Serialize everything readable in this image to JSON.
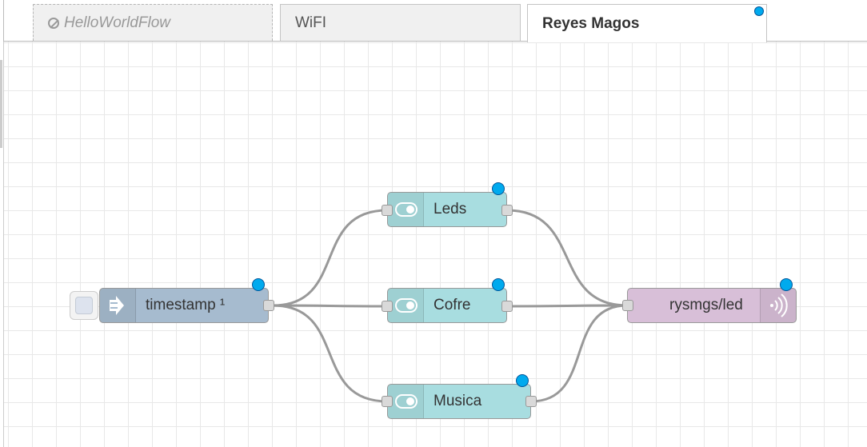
{
  "tabs": [
    {
      "label": "HelloWorldFlow",
      "state": "disabled"
    },
    {
      "label": "WiFI",
      "state": "inactive"
    },
    {
      "label": "Reyes Magos",
      "state": "active",
      "changed": true
    }
  ],
  "nodes": {
    "timestamp": {
      "label": "timestamp ¹",
      "type": "inject",
      "color": "#a6bbcf",
      "icon": "inject-arrow-icon"
    },
    "leds": {
      "label": "Leds",
      "type": "switch",
      "color": "#a8dde0",
      "icon": "toggle-icon"
    },
    "cofre": {
      "label": "Cofre",
      "type": "switch",
      "color": "#a8dde0",
      "icon": "toggle-icon"
    },
    "musica": {
      "label": "Musica",
      "type": "switch",
      "color": "#a8dde0",
      "icon": "toggle-icon"
    },
    "mqtt": {
      "label": "rysmgs/led",
      "type": "mqtt-out",
      "color": "#d8bfd8",
      "icon": "mqtt-broadcast-icon"
    }
  },
  "colors": {
    "status_dot": "#00aaee",
    "wire": "#999999",
    "grid": "#e8e8e8"
  }
}
